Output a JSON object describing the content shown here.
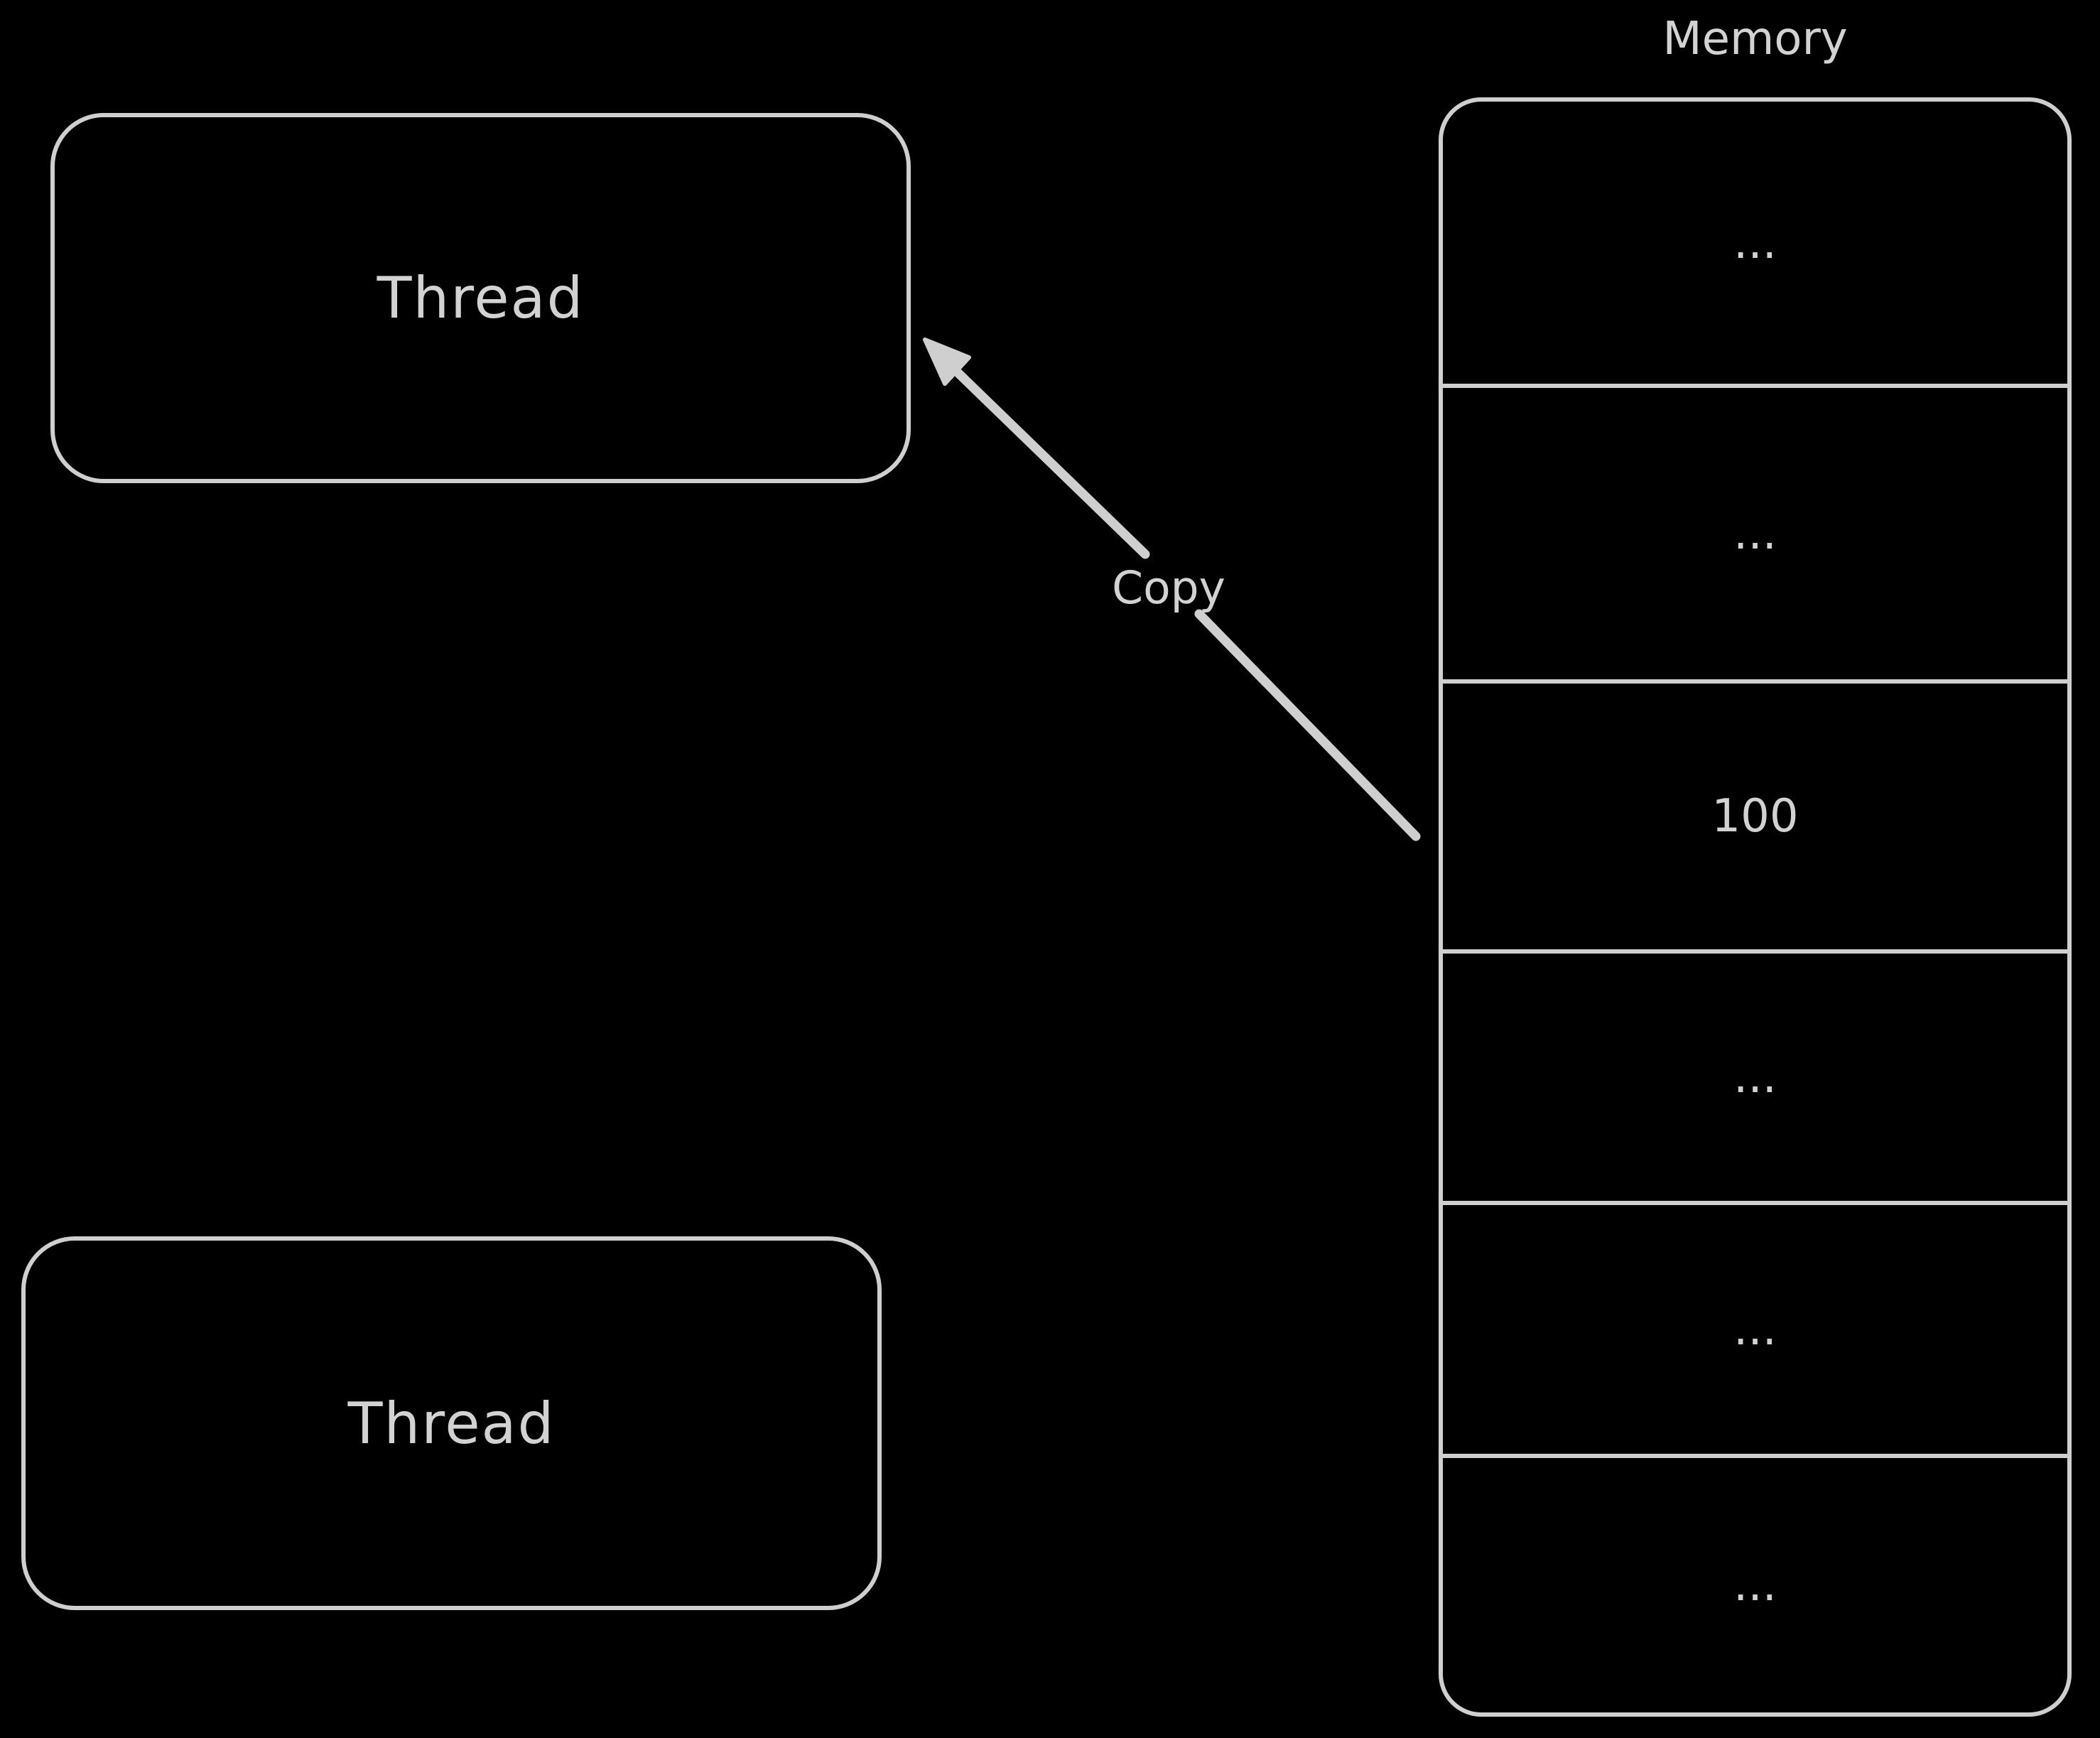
{
  "canvas": {
    "background_color": "#000000",
    "stroke_color": "#cfcfcf",
    "text_color": "#d2d2d2"
  },
  "threads": {
    "top_label": "Thread",
    "bottom_label": "Thread"
  },
  "memory": {
    "title": "Memory",
    "cells": [
      "...",
      "...",
      "100",
      "...",
      "...",
      "..."
    ]
  },
  "arrow": {
    "label": "Copy",
    "from": "memory-cell-100",
    "to": "thread-box-top"
  }
}
